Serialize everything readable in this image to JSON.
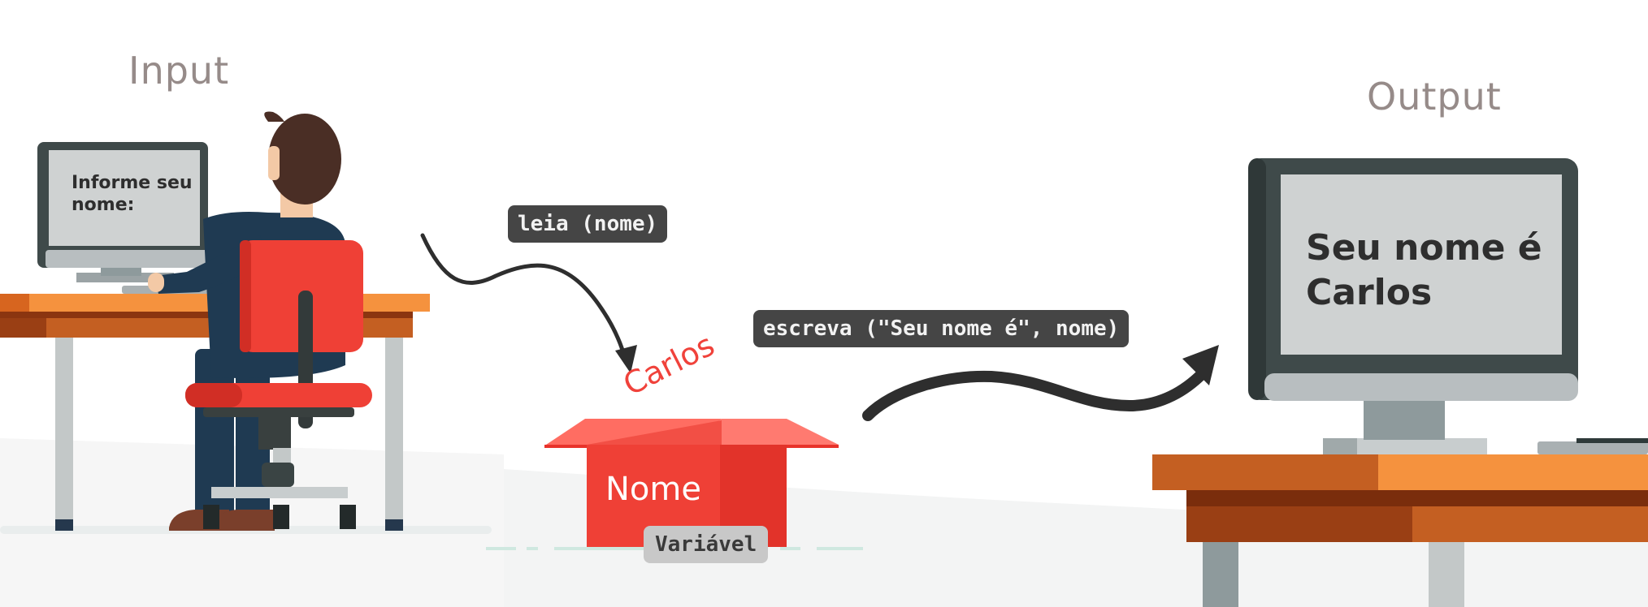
{
  "headings": {
    "input": "Input",
    "output": "Output"
  },
  "input_screen": {
    "line1": "Informe seu",
    "line2": "nome:"
  },
  "output_screen": {
    "line1": "Seu nome é",
    "line2": "Carlos"
  },
  "code": {
    "read": "leia (nome)",
    "write": "escreva (\"Seu nome é\", nome)"
  },
  "variable": {
    "box_label": "Nome",
    "tag": "Variável",
    "value": "Carlos"
  },
  "colors": {
    "box_red": "#f0423b",
    "chair_red": "#ef4036",
    "desk_orange": "#f5923e",
    "monitor_dark": "#3f4a4a",
    "code_chip": "#454545",
    "heading_gray": "#968b89"
  }
}
